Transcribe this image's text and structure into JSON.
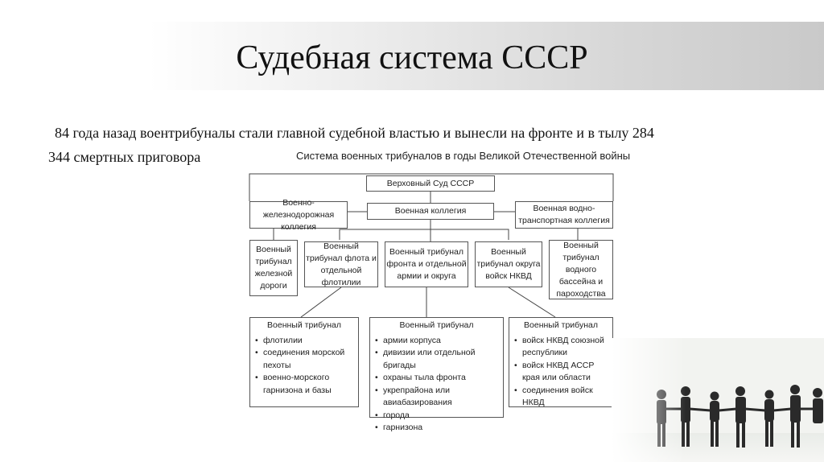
{
  "slide": {
    "title": "Судебная система СССР",
    "text_line1": "84 года назад воентрибуналы стали главной судебной властью и вынесли на фронте и в тылу 284",
    "text_line2": "344 смертных приговора"
  },
  "diagram": {
    "title": "Система военных трибуналов в годы Великой Отечественной войны",
    "supreme": "Верховный Суд СССР",
    "rail_collegium": "Военно-железнодорожная коллегия",
    "military_collegium": "Военная коллегия",
    "water_collegium": "Военная водно-транспортная коллегия",
    "tribunal_rail": "Военный трибунал железной дороги",
    "tribunal_fleet": "Военный трибунал флота и отдельной флотилии",
    "tribunal_front": "Военный трибунал фронта и отдельной армии и округа",
    "tribunal_nkvd": "Военный трибунал округа войск НКВД",
    "tribunal_water": "Военный трибунал водного бассейна и пароходства",
    "lower_left": {
      "header": "Военный трибунал",
      "items": [
        "флотилии",
        "соединения морской пехоты",
        "военно-морского гарнизона и базы"
      ]
    },
    "lower_mid": {
      "header": "Военный трибунал",
      "items": [
        "армии корпуса",
        "дивизии или отдельной бригады",
        "охраны тыла фронта",
        "укрепрайона или авиабазирования",
        "города",
        "гарнизона"
      ]
    },
    "lower_right": {
      "header": "Военный трибунал",
      "items": [
        "войск НКВД союзной республики",
        "войск НКВД АССР края или области",
        "соединения войск НКВД"
      ]
    }
  },
  "colors": {
    "line": "#444444",
    "box_border": "#555555",
    "title_band": "#d7d7d7"
  },
  "icons": [
    "people-silhouettes-image"
  ]
}
